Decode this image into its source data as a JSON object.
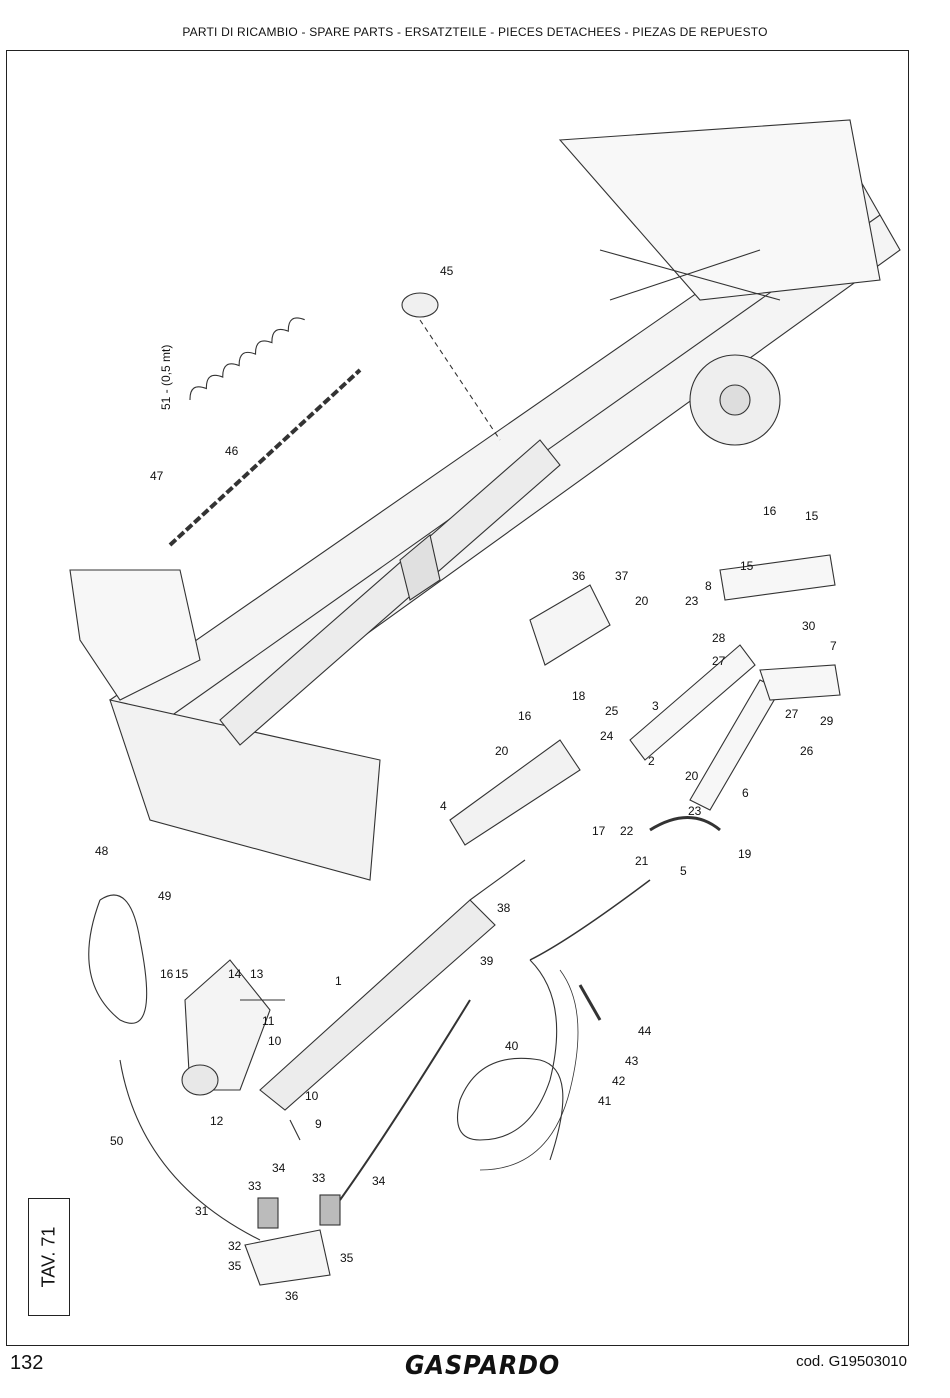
{
  "header": {
    "title": "PARTI DI RICAMBIO - SPARE PARTS - ERSATZTEILE - PIECES DETACHEES - PIEZAS DE REPUESTO"
  },
  "table_label": "TAV. 71",
  "page_number": "132",
  "brand": "GASPARDO",
  "code": "cod.  G19503010",
  "part_labels": [
    "1",
    "2",
    "3",
    "4",
    "5",
    "6",
    "7",
    "8",
    "9",
    "10",
    "10",
    "11",
    "12",
    "13",
    "14",
    "15",
    "15",
    "15",
    "16",
    "16",
    "16",
    "17",
    "18",
    "19",
    "20",
    "20",
    "20",
    "21",
    "22",
    "23",
    "23",
    "24",
    "25",
    "26",
    "27",
    "27",
    "28",
    "29",
    "30",
    "31",
    "32",
    "33",
    "33",
    "34",
    "34",
    "35",
    "35",
    "36",
    "36",
    "37",
    "38",
    "39",
    "40",
    "41",
    "42",
    "43",
    "44",
    "45",
    "46",
    "47",
    "48",
    "49",
    "50",
    "51 - (0,5 mt)"
  ]
}
